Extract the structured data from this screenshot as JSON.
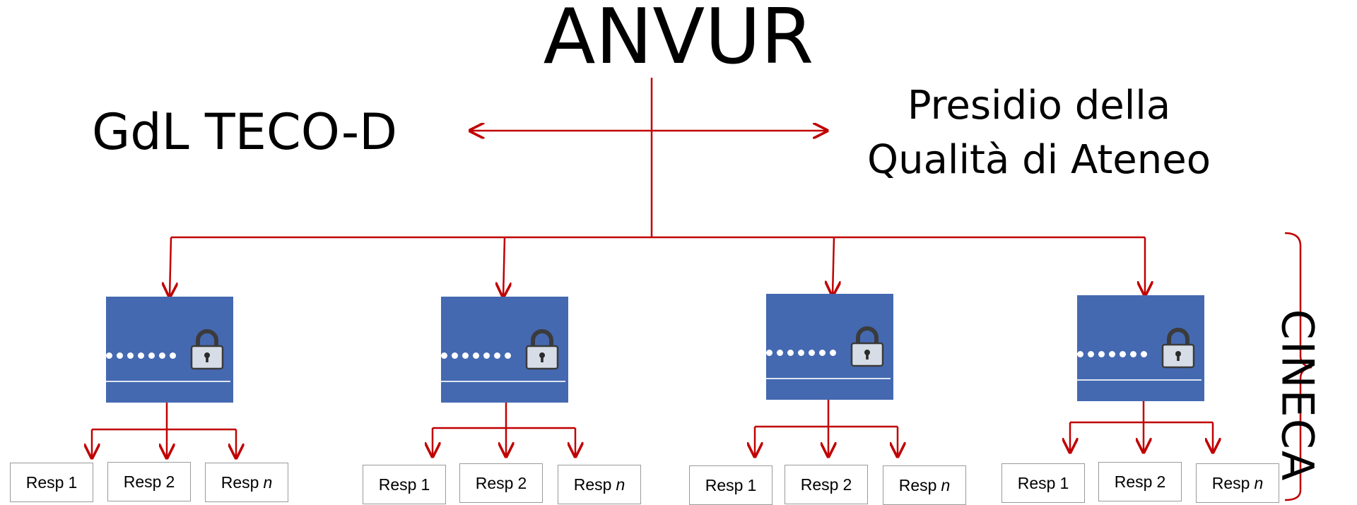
{
  "top": {
    "title": "ANVUR"
  },
  "left_node": {
    "label": "GdL TECO-D"
  },
  "right_node": {
    "line1": "Presidio della",
    "line2": "Qualità di Ateneo"
  },
  "side_group": {
    "label": "CINECA"
  },
  "panels": [
    {
      "resp": [
        {
          "prefix": "Resp",
          "suffix": "1"
        },
        {
          "prefix": "Resp",
          "suffix": "2"
        },
        {
          "prefix": "Resp",
          "suffix": "n"
        }
      ]
    },
    {
      "resp": [
        {
          "prefix": "Resp",
          "suffix": "1"
        },
        {
          "prefix": "Resp",
          "suffix": "2"
        },
        {
          "prefix": "Resp",
          "suffix": "n"
        }
      ]
    },
    {
      "resp": [
        {
          "prefix": "Resp",
          "suffix": "1"
        },
        {
          "prefix": "Resp",
          "suffix": "2"
        },
        {
          "prefix": "Resp",
          "suffix": "n"
        }
      ]
    },
    {
      "resp": [
        {
          "prefix": "Resp",
          "suffix": "1"
        },
        {
          "prefix": "Resp",
          "suffix": "2"
        },
        {
          "prefix": "Resp",
          "suffix": "n"
        }
      ]
    }
  ],
  "colors": {
    "connector": "#c00000",
    "panel": "#4569b1",
    "box_border": "#9a9a9a"
  },
  "icons": {
    "panel_icon": "padlock-icon"
  }
}
